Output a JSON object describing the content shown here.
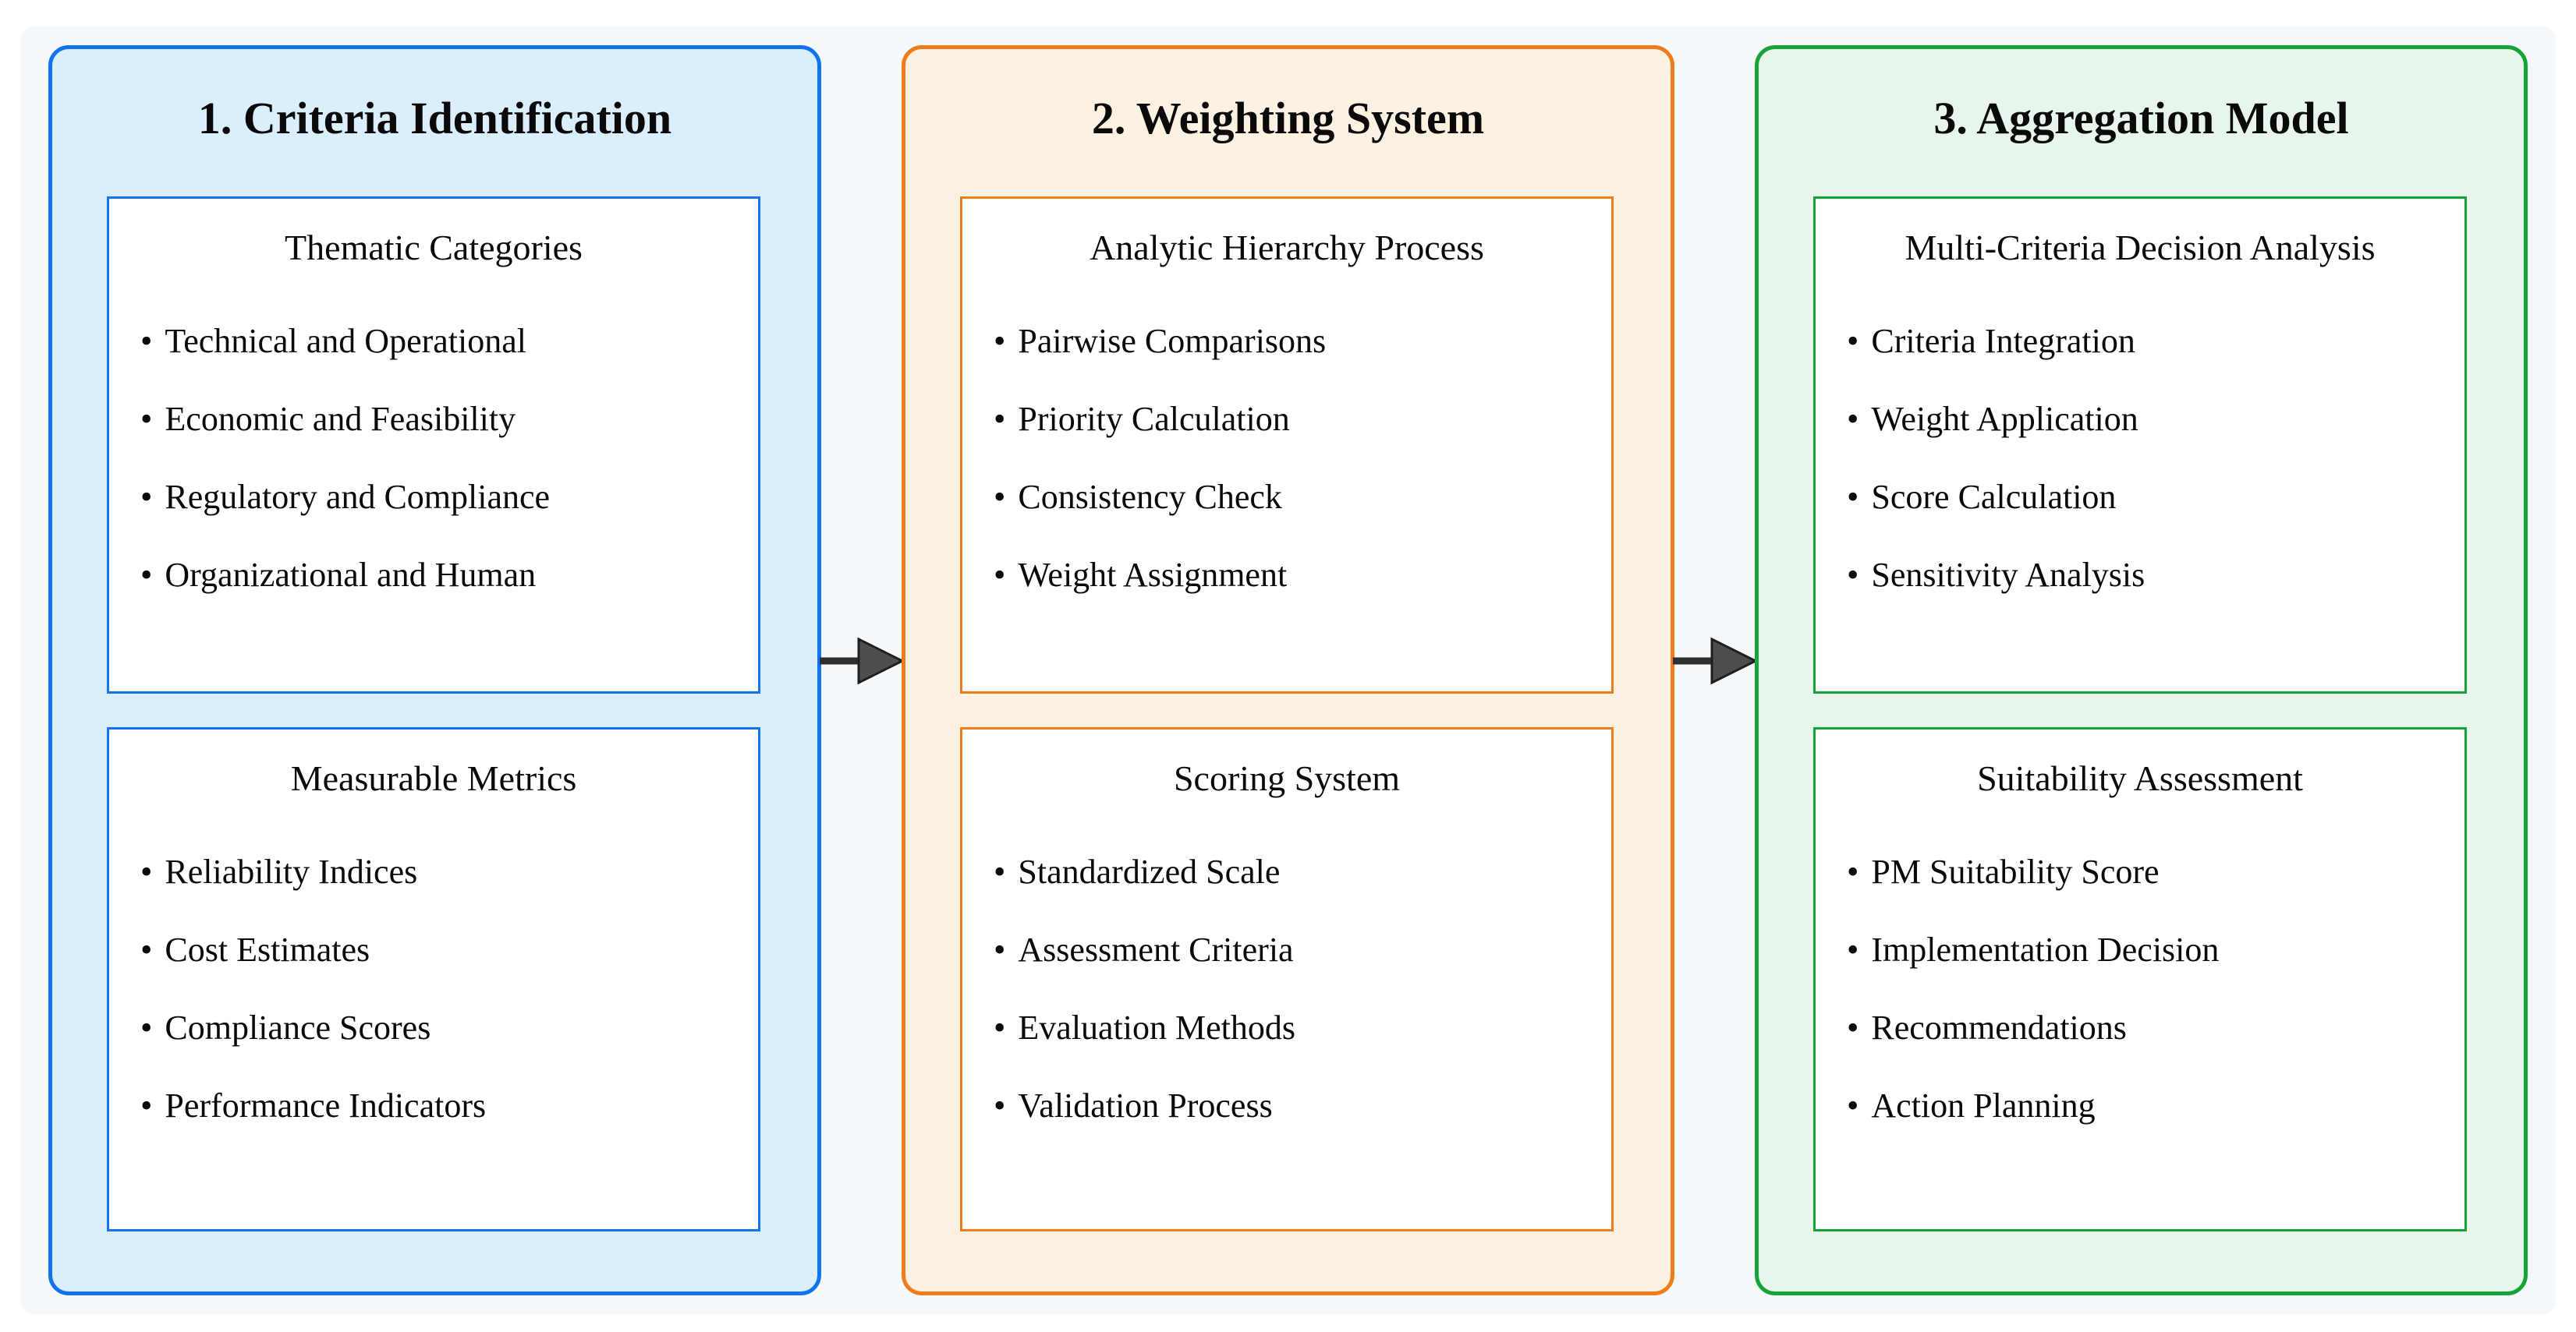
{
  "figure": {
    "bullet_char": "•",
    "arrow_color": "#4d4d4d",
    "background_color": "#f6f9fc",
    "icons": {
      "flow_arrow": "arrow-right-icon",
      "bullet": "bullet-icon"
    },
    "columns": [
      {
        "title": "1. Criteria Identification",
        "accent_color": "#1273ef",
        "fill_color": "#dbeefb",
        "boxes": [
          {
            "title": "Thematic Categories",
            "bullets": [
              "Technical and Operational",
              "Economic and Feasibility",
              "Regulatory and Compliance",
              "Organizational and Human"
            ]
          },
          {
            "title": "Measurable Metrics",
            "bullets": [
              "Reliability Indices",
              "Cost Estimates",
              "Compliance Scores",
              "Performance Indicators"
            ]
          }
        ]
      },
      {
        "title": "2. Weighting System",
        "accent_color": "#ef7d1c",
        "fill_color": "#fdf2e2",
        "boxes": [
          {
            "title": "Analytic Hierarchy Process",
            "bullets": [
              "Pairwise Comparisons",
              "Priority Calculation",
              "Consistency Check",
              "Weight Assignment"
            ]
          },
          {
            "title": "Scoring System",
            "bullets": [
              "Standardized Scale",
              "Assessment Criteria",
              "Evaluation Methods",
              "Validation Process"
            ]
          }
        ]
      },
      {
        "title": "3. Aggregation Model",
        "accent_color": "#16a338",
        "fill_color": "#e7f5eb",
        "boxes": [
          {
            "title": "Multi-Criteria Decision Analysis",
            "bullets": [
              "Criteria Integration",
              "Weight Application",
              "Score Calculation",
              "Sensitivity Analysis"
            ]
          },
          {
            "title": "Suitability Assessment",
            "bullets": [
              "PM Suitability Score",
              "Implementation Decision",
              "Recommendations",
              "Action Planning"
            ]
          }
        ]
      }
    ]
  }
}
